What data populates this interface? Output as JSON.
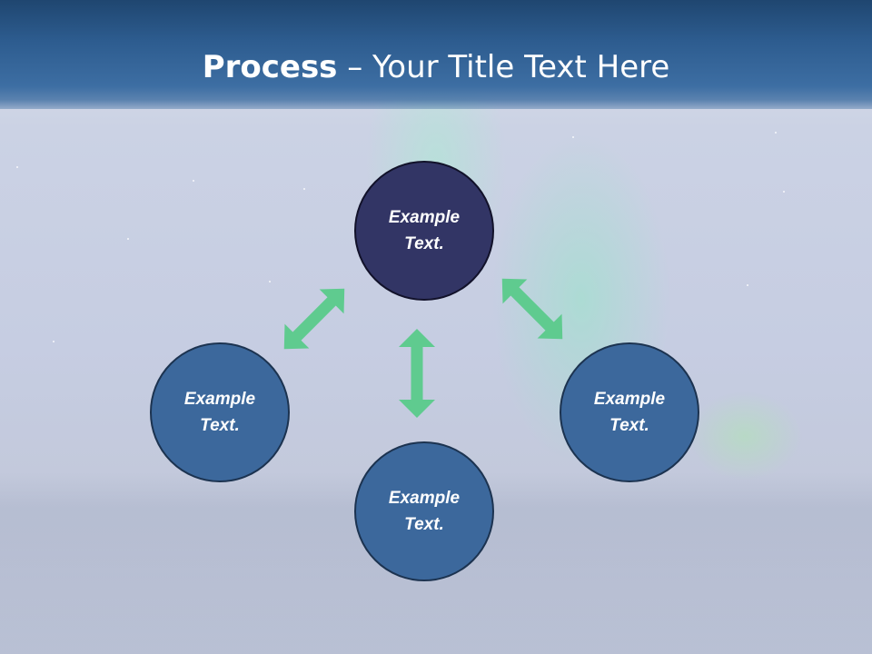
{
  "slide": {
    "title_bold": "Process",
    "title_rest": " – Your Title Text Here"
  },
  "diagram": {
    "nodes": [
      {
        "id": "top",
        "line1": "Example",
        "line2": "Text."
      },
      {
        "id": "left",
        "line1": "Example",
        "line2": "Text."
      },
      {
        "id": "right",
        "line1": "Example",
        "line2": "Text."
      },
      {
        "id": "bottom",
        "line1": "Example",
        "line2": "Text."
      }
    ]
  },
  "colors": {
    "title_bar": "#2d5c8f",
    "top_node": "#323565",
    "node": "#3c689c",
    "arrow": "#5fcb8f"
  }
}
